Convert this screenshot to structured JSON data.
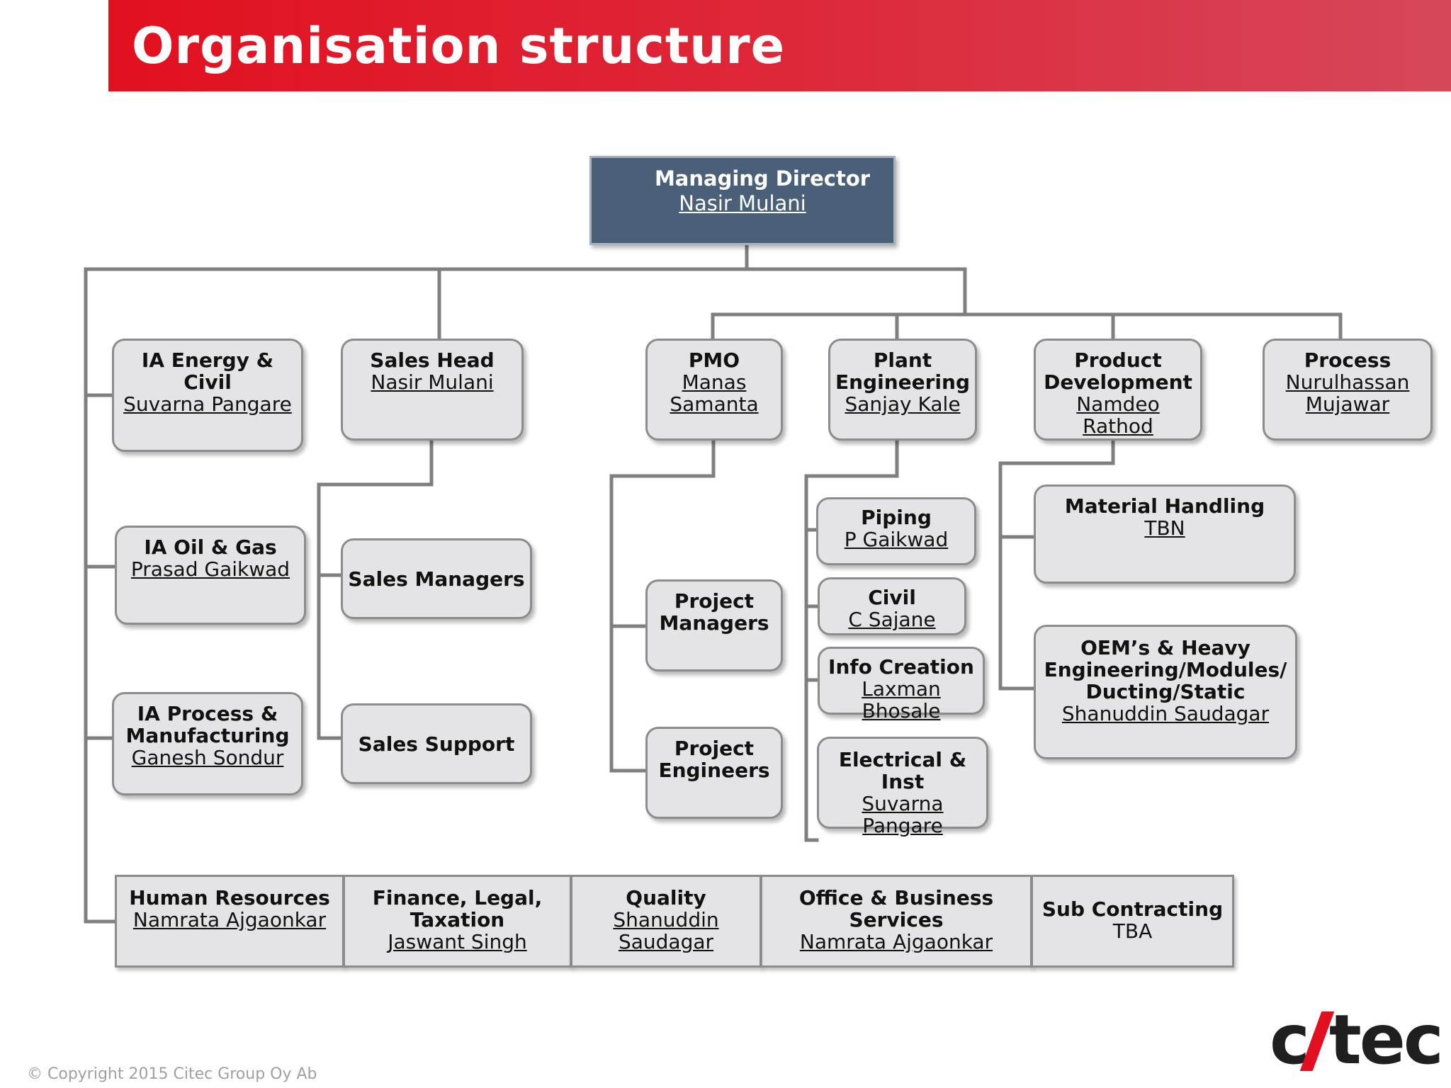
{
  "title": "Organisation structure",
  "managing_director": {
    "role": "Managing Director",
    "name": "Nasir Mulani"
  },
  "units": {
    "ia_energy": {
      "title": "IA Energy & Civil",
      "name": "Suvarna Pangare"
    },
    "ia_oil": {
      "title": "IA Oil & Gas",
      "name": "Prasad Gaikwad"
    },
    "ia_process": {
      "title_1": "IA Process &",
      "title_2": "Manufacturing",
      "name": "Ganesh Sondur"
    },
    "sales_head": {
      "title": "Sales Head",
      "name": "Nasir Mulani"
    },
    "sales_managers": {
      "title": "Sales Managers"
    },
    "sales_support": {
      "title": "Sales Support"
    },
    "pmo": {
      "title": "PMO",
      "name_1": "Manas",
      "name_2": "Samanta"
    },
    "project_managers": {
      "title_1": "Project",
      "title_2": "Managers"
    },
    "project_engineers": {
      "title_1": "Project",
      "title_2": "Engineers"
    },
    "plant_engineering": {
      "title_1": "Plant",
      "title_2": "Engineering",
      "name": "Sanjay Kale"
    },
    "piping": {
      "title": "Piping",
      "name": "P Gaikwad"
    },
    "civil": {
      "title": "Civil",
      "name": "C Sajane"
    },
    "info_creation": {
      "title": "Info Creation",
      "name": "Laxman Bhosale"
    },
    "electrical": {
      "title_1": "Electrical &",
      "title_2": "Inst",
      "name": "Suvarna Pangare"
    },
    "product_development": {
      "title_1": "Product",
      "title_2": "Development",
      "name": "Namdeo Rathod"
    },
    "material_handling": {
      "title": "Material Handling",
      "name": "TBN"
    },
    "oems": {
      "title_1": "OEM’s & Heavy",
      "title_2": "Engineering/Modules/",
      "title_3": "Ducting/Static",
      "name": "Shanuddin Saudagar"
    },
    "process": {
      "title": "Process",
      "name_1": "Nurulhassan",
      "name_2": "Mujawar"
    }
  },
  "support_functions": {
    "hr": {
      "title": "Human Resources",
      "name": "Namrata Ajgaonkar"
    },
    "finance": {
      "title_1": "Finance, Legal,",
      "title_2": "Taxation",
      "name": "Jaswant Singh"
    },
    "quality": {
      "title": "Quality",
      "name_1": "Shanuddin",
      "name_2": "Saudagar"
    },
    "office": {
      "title_1": "Office & Business",
      "title_2": "Services",
      "name": "Namrata Ajgaonkar"
    },
    "sub_contracting": {
      "title": "Sub Contracting",
      "name": "TBA"
    }
  },
  "colors": {
    "accent_red": "#e2101f",
    "director_box": "#4a6079",
    "unit_box": "#e4e4e6",
    "connector": "#7f7f7f"
  },
  "logo_text": "citec",
  "copyright": "© Copyright 2015 Citec Group Oy Ab"
}
